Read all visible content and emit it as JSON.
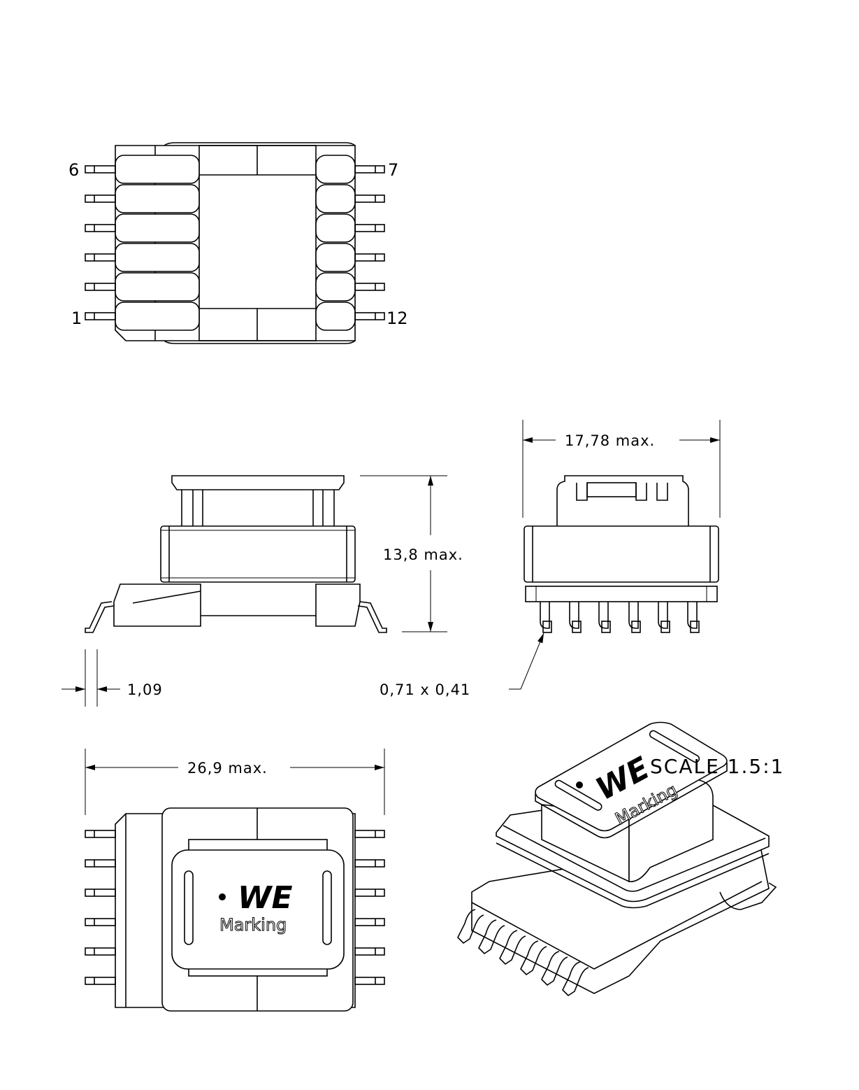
{
  "top_view": {
    "pin_labels": {
      "top_left": "6",
      "top_right": "7",
      "bottom_left": "1",
      "bottom_right": "12"
    }
  },
  "dimensions": {
    "width_side": "17,78 max.",
    "height": "13,8 max.",
    "pin_width": "1,09",
    "pin_section": "0,71 x 0,41",
    "length": "26,9 max."
  },
  "marking": {
    "logo": "WE",
    "label_bottom_view": "Marking",
    "label_iso_view": "Marking"
  },
  "scale_note": "SCALE 1.5:1"
}
